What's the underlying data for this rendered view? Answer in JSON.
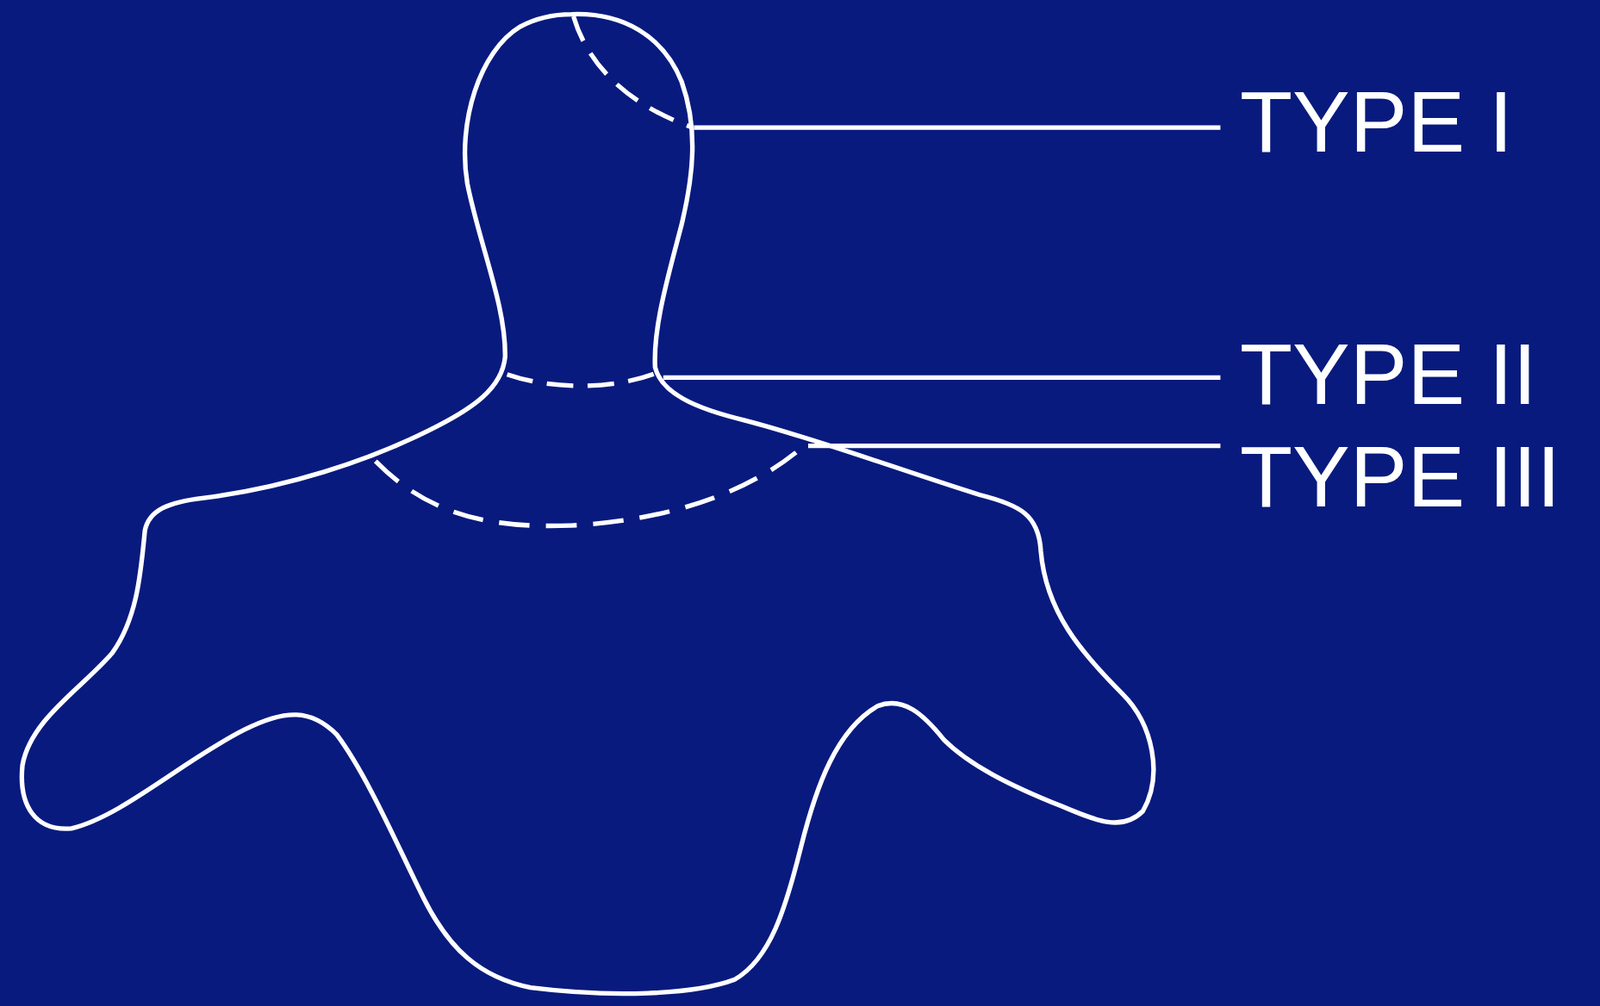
{
  "diagram": {
    "labels": [
      "TYPE I",
      "TYPE II",
      "TYPE III"
    ]
  }
}
